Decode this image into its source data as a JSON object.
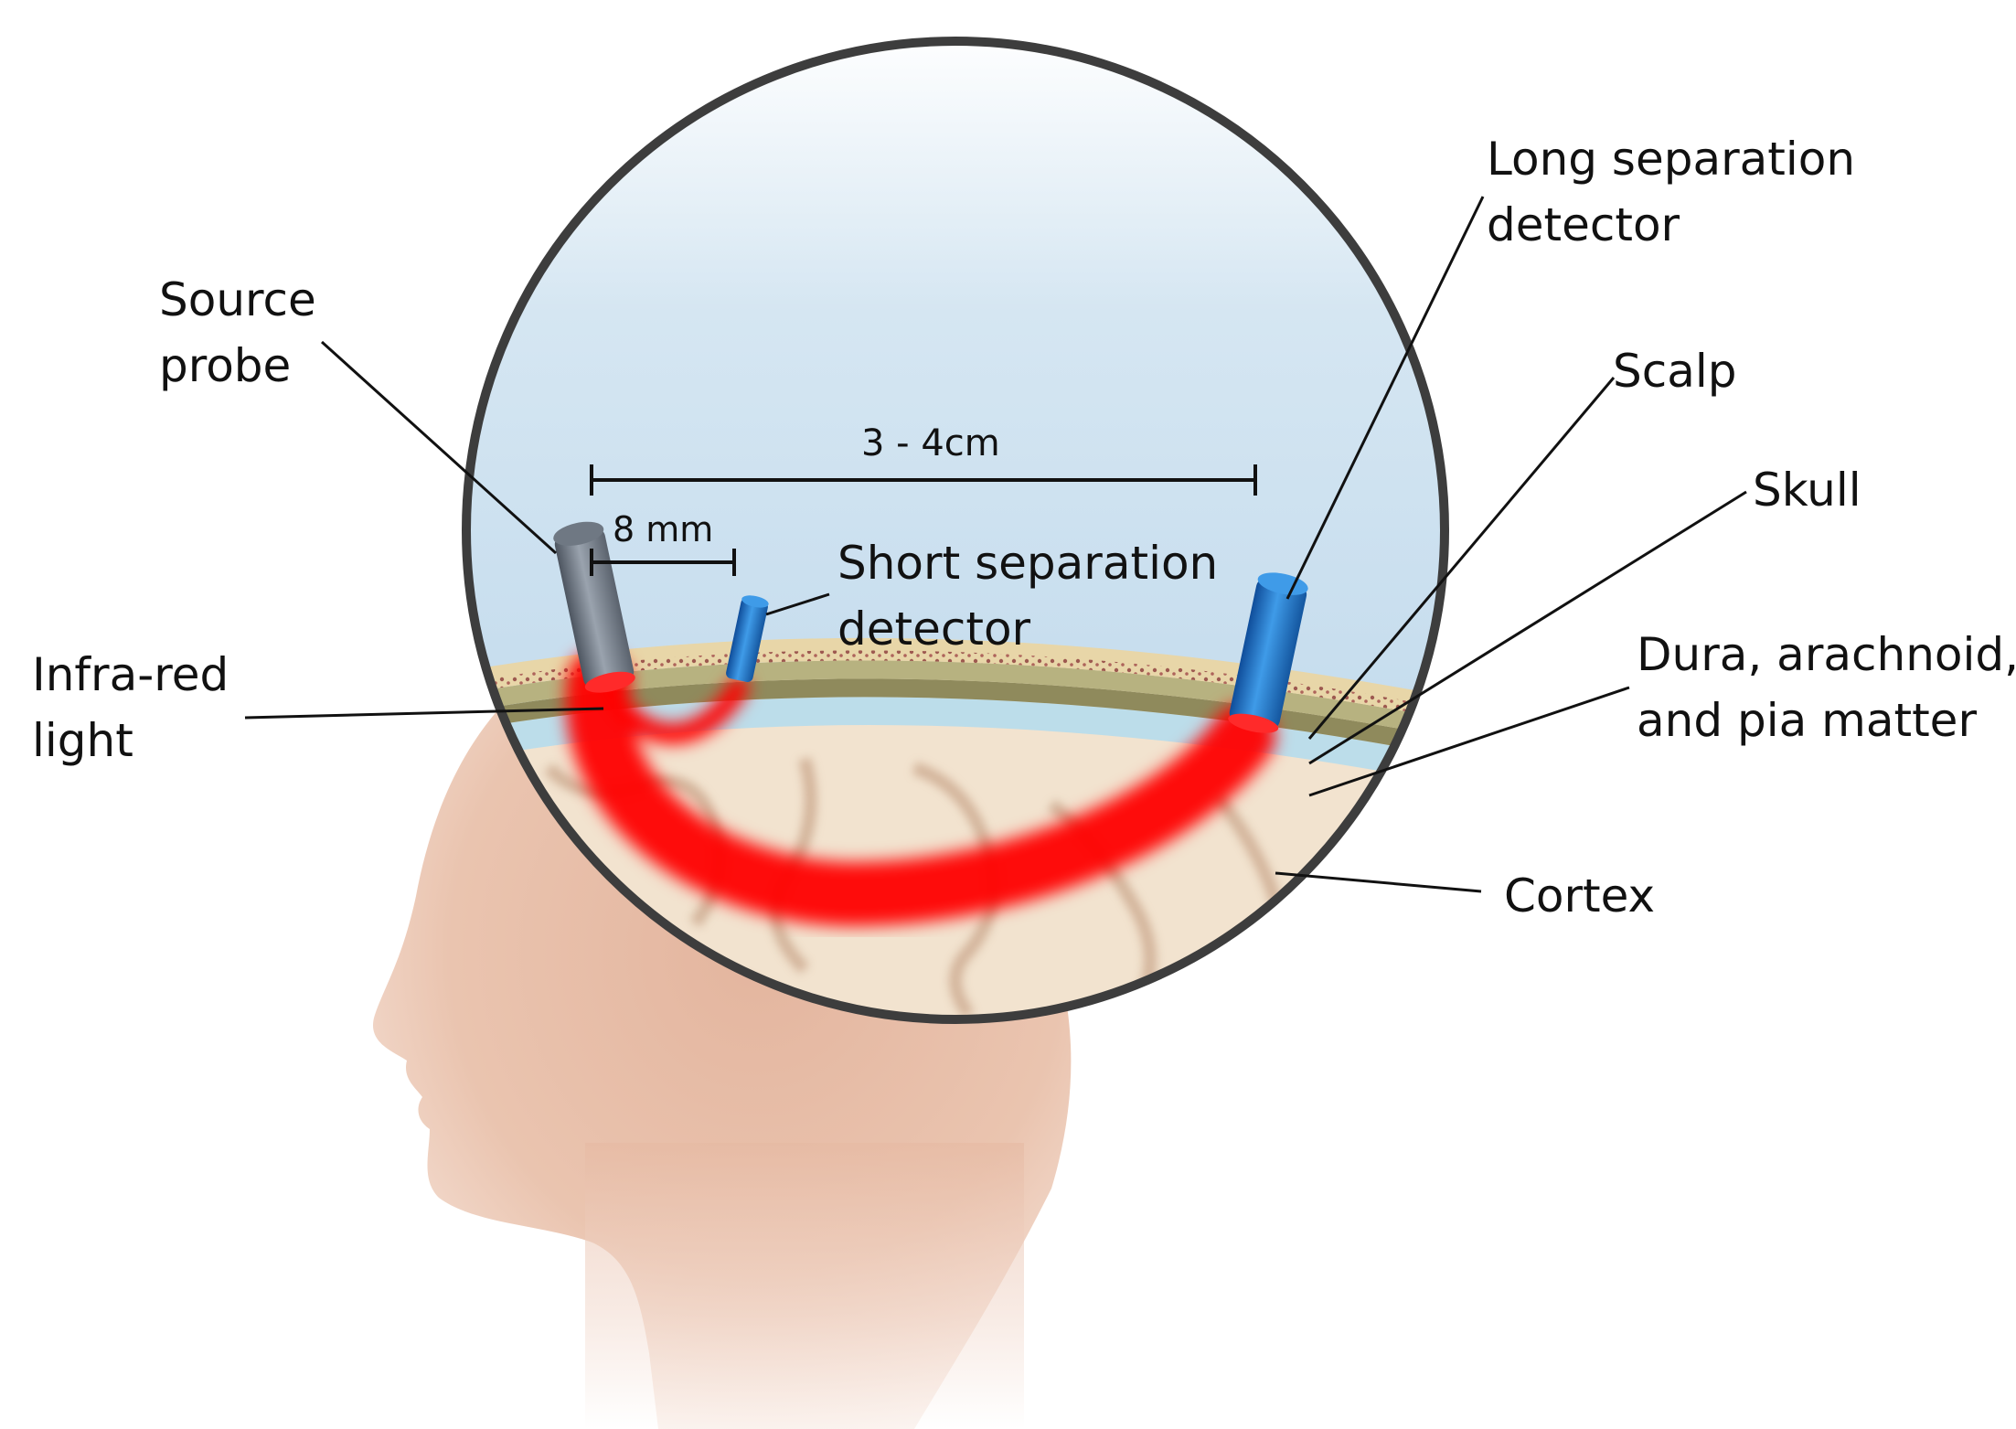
{
  "labels": {
    "source_probe": [
      "Source",
      "probe"
    ],
    "infrared_light": [
      "Infra-red",
      "light"
    ],
    "long_detector": [
      "Long separation",
      "detector"
    ],
    "short_detector": [
      "Short separation",
      "detector"
    ],
    "scalp": "Scalp",
    "skull": "Skull",
    "meninges": [
      "Dura, arachnoid,",
      "and pia matter"
    ],
    "cortex": "Cortex",
    "long_distance": "3 - 4cm",
    "short_distance": "8 mm"
  },
  "colors": {
    "sky_top": "#ffffff",
    "sky_bottom": "#b9d5ea",
    "skin": "#e6b7a0",
    "circle_border": "#3d3d3d",
    "scalp_band": "#e8d6a8",
    "scalp_dots": "#8a3a3a",
    "csf_band": "#b6dcec",
    "brain_fill": "#f2e3cf",
    "brain_sulci": "#c9a58a",
    "light": "#ff0000",
    "source_probe": "#6a7380",
    "detector": "#1f77d0"
  }
}
